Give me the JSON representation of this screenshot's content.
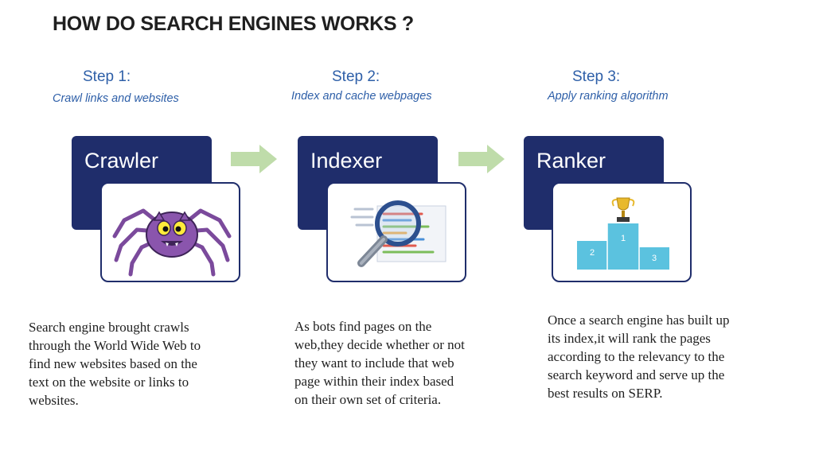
{
  "title": "HOW DO SEARCH ENGINES WORKS ?",
  "steps": [
    {
      "head": "Step 1:",
      "sub": "Crawl links and websites",
      "box": "Crawler",
      "desc": [
        "Search engine brought crawls",
        "through the World Wide Web to",
        "find new websites based on the",
        "text on the website or links to",
        "websites."
      ]
    },
    {
      "head": "Step 2:",
      "sub": "Index and cache webpages",
      "box": "Indexer",
      "desc": [
        "As bots find pages on the",
        "web,they decide whether or not",
        "they  want to include that web",
        "page within their index based",
        "on their own set of criteria."
      ]
    },
    {
      "head": "Step 3:",
      "sub": "Apply ranking algorithm",
      "box": "Ranker",
      "desc": [
        "Once a search engine has built up",
        "its index,it will rank the pages",
        "according to the relevancy to the",
        "search keyword and serve up the",
        "best results on SERP."
      ]
    }
  ],
  "podium": {
    "first": "1",
    "second": "2",
    "third": "3"
  },
  "colors": {
    "navy": "#1f2d6b",
    "step_blue": "#2e5fa8",
    "arrow_green": "#bfdcaa",
    "podium": "#5bc2df",
    "spider": "#7b4a9c"
  },
  "icons": [
    "spider-icon",
    "magnifier-document-icon",
    "podium-trophy-icon",
    "arrow-right-icon"
  ]
}
